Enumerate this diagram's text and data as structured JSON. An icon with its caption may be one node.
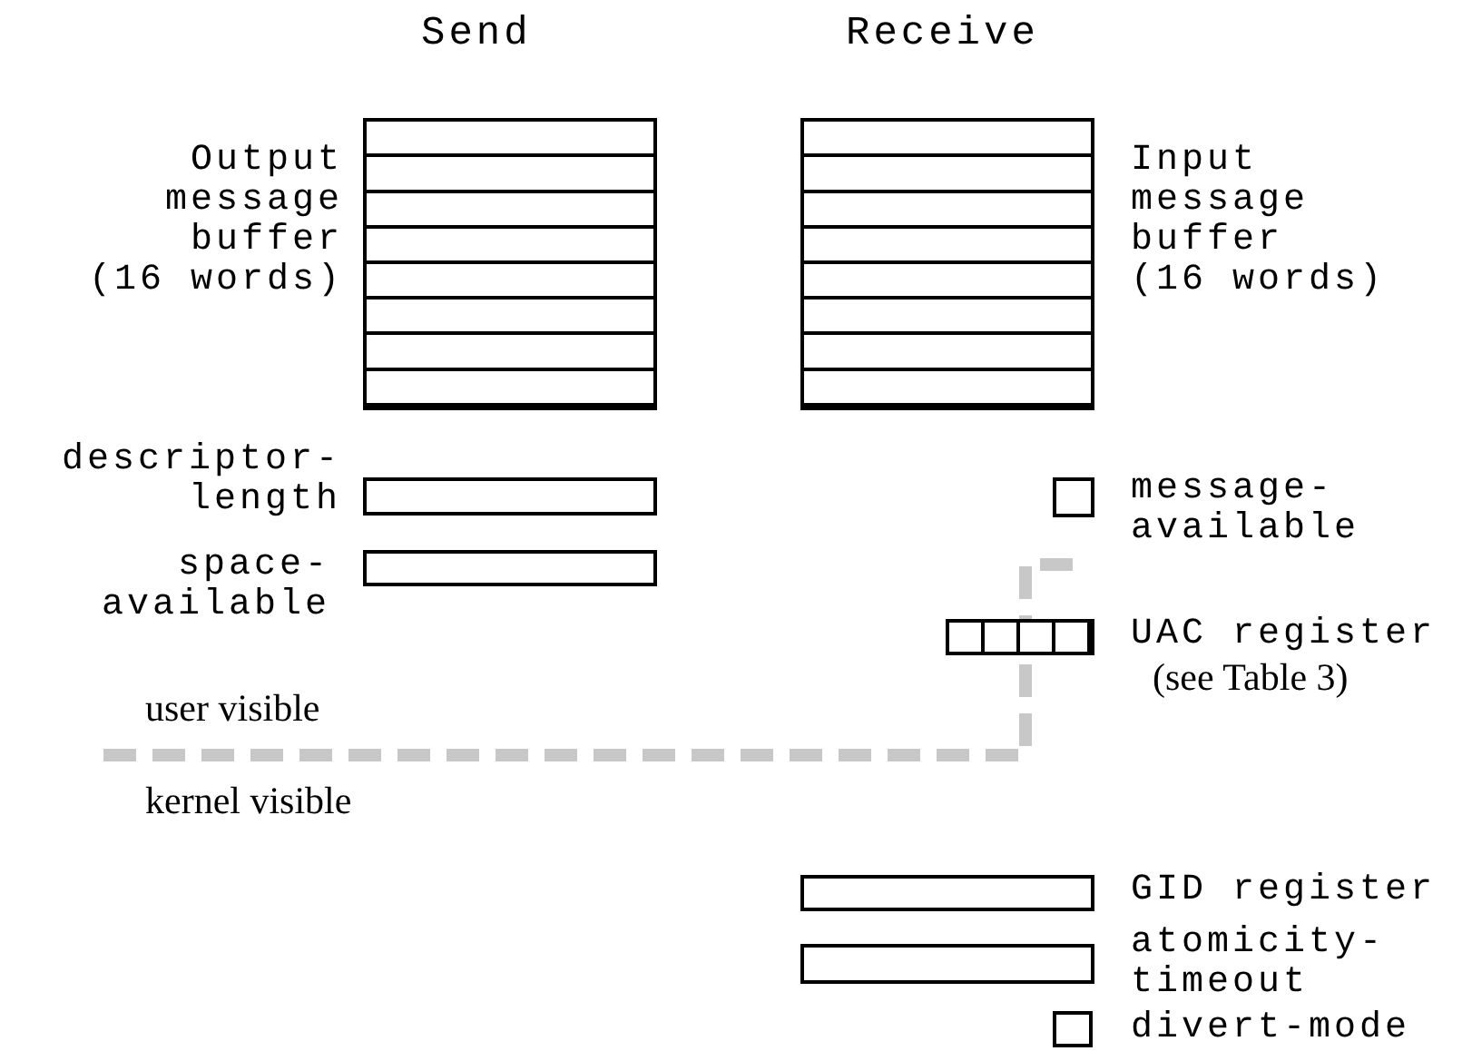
{
  "diagram": {
    "nodes": [
      {
        "text": [],
        "shape": "box",
        "beside": [
          "Output message buffer (16 words)"
        ]
      },
      {
        "text": [],
        "shape": "box",
        "beside": [
          "Input message buffer (16 words)"
        ]
      },
      {
        "text": [],
        "shape": "box",
        "beside": [
          "descriptor-length"
        ]
      },
      {
        "text": [],
        "shape": "box",
        "beside": [
          "space-available"
        ]
      },
      {
        "text": [],
        "shape": "box",
        "beside": [
          "message-available"
        ]
      },
      {
        "text": [],
        "shape": "box",
        "beside": [
          "UAC register",
          "(see Table 3)"
        ]
      },
      {
        "text": [],
        "shape": "box",
        "beside": [
          "GID register"
        ]
      },
      {
        "text": [],
        "shape": "box",
        "beside": [
          "atomicity-timeout"
        ]
      },
      {
        "text": [],
        "shape": "box",
        "beside": [
          "divert-mode"
        ]
      }
    ],
    "labels": [
      "Send",
      "Receive",
      "user visible",
      "kernel visible"
    ]
  }
}
